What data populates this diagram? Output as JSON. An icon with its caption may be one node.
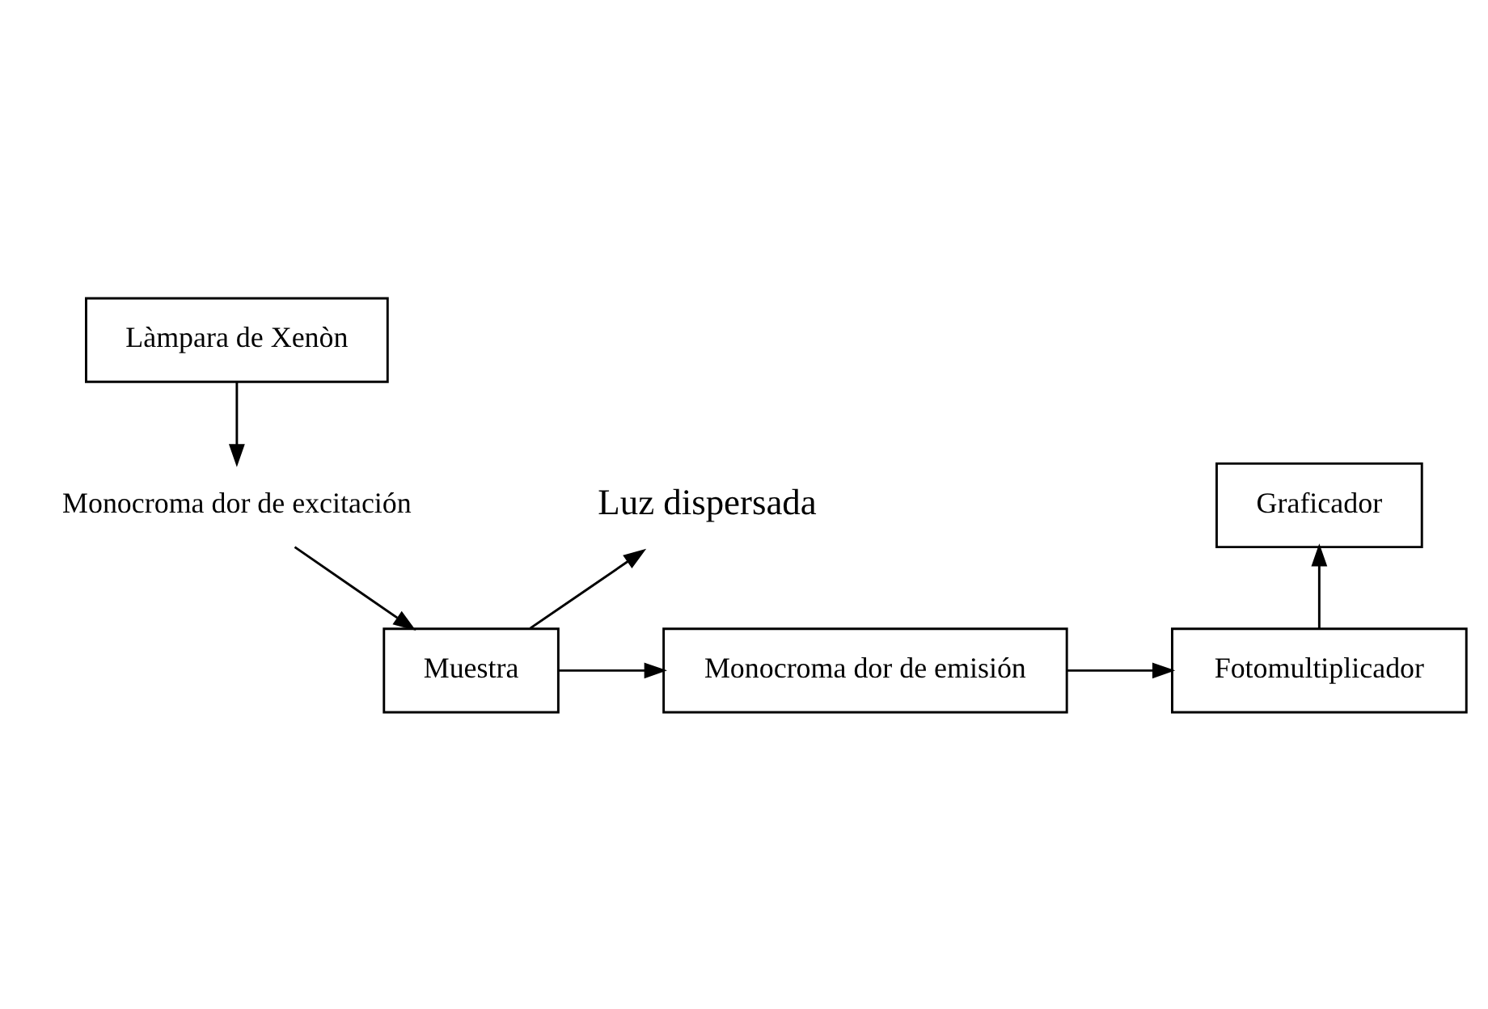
{
  "diagram": {
    "nodes": [
      {
        "text": [
          "Làmpara de Xenòn"
        ]
      },
      {
        "text": [
          "Monocroma dor de excitación"
        ]
      },
      {
        "text": [
          "Muestra"
        ]
      },
      {
        "text": [
          "Luz dispersada"
        ]
      },
      {
        "text": [
          "Monocroma dor de emisión"
        ]
      },
      {
        "text": [
          "Fotomultiplicador"
        ]
      },
      {
        "text": [
          "Graficador"
        ]
      }
    ],
    "edges": [
      {
        "from": 0,
        "to": 1,
        "arrow": "to"
      },
      {
        "from": 1,
        "to": 2,
        "arrow": "to"
      },
      {
        "from": 2,
        "to": 3,
        "arrow": "to"
      },
      {
        "from": 2,
        "to": 4,
        "arrow": "to"
      },
      {
        "from": 4,
        "to": 5,
        "arrow": "to"
      },
      {
        "from": 5,
        "to": 6,
        "arrow": "to"
      }
    ]
  }
}
